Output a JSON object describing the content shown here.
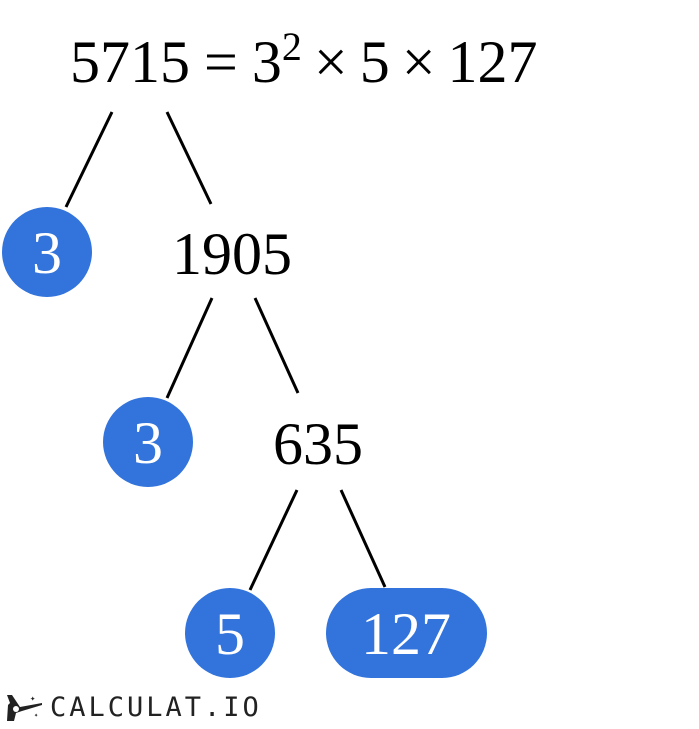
{
  "equation": {
    "number": "5715",
    "equals": "=",
    "base1": "3",
    "exp1": "2",
    "times": "×",
    "f2": "5",
    "f3": "127"
  },
  "nodes": {
    "root": "5715",
    "l1_prime": "3",
    "l1_composite": "1905",
    "l2_prime": "3",
    "l2_composite": "635",
    "l3_prime_a": "5",
    "l3_prime_b": "127"
  },
  "colors": {
    "prime_fill": "#3274dc",
    "prime_text": "#ffffff",
    "line": "#000000"
  },
  "logo": {
    "text": "CALCULAT.IO",
    "icon": "magic-hand-icon"
  }
}
